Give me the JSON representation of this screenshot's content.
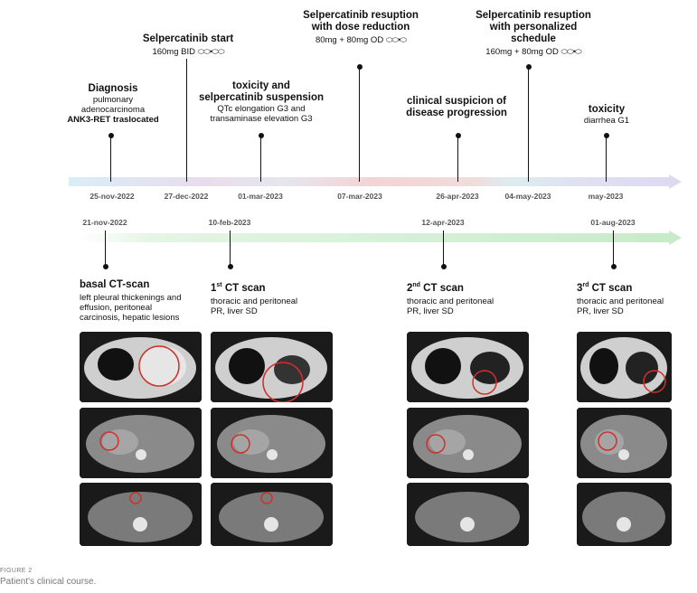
{
  "top_events": [
    {
      "title": "Diagnosis",
      "lines": [
        "pulmonary",
        "adenocarcinoma"
      ],
      "bold_line": "ANK3-RET traslocated",
      "date": "25-nov-2022"
    },
    {
      "title": "Selpercatinib start",
      "lines": [
        "160mg BID"
      ],
      "pill": "⬭⬭•⬭⬭",
      "date": "27-dec-2022"
    },
    {
      "title": "toxicity and",
      "title2": "selpercatinib suspension",
      "lines": [
        "QTc elongation G3 and",
        "transaminase elevation G3"
      ],
      "date": "01-mar-2023"
    },
    {
      "title": "Selpercatinib resuption",
      "title2": "with dose reduction",
      "lines": [
        "80mg + 80mg OD"
      ],
      "pill": "⬭⬭•⬭",
      "date": "07-mar-2023"
    },
    {
      "title": "clinical suspicion of",
      "title2": "disease progression",
      "lines": [],
      "date": "26-apr-2023"
    },
    {
      "title": "Selpercatinib resuption",
      "title2": "with personalized",
      "title3": "schedule",
      "lines": [
        "160mg + 80mg OD"
      ],
      "pill": "⬭⬭•⬭",
      "date": "04-may-2023"
    },
    {
      "title": "toxicity",
      "lines": [
        "diarrhea G1"
      ],
      "date": "may-2023"
    }
  ],
  "bottom_events": [
    {
      "date": "21-nov-2022",
      "title": "basal CT-scan",
      "lines": [
        "left pleural thickenings and",
        "effusion, peritoneal",
        "carcinosis, hepatic lesions"
      ]
    },
    {
      "date": "10-feb-2023",
      "title_pre": "1",
      "title_sup": "st",
      "title_post": " CT scan",
      "lines": [
        "thoracic and peritoneal",
        "PR, liver SD"
      ]
    },
    {
      "date": "12-apr-2023",
      "title_pre": "2",
      "title_sup": "nd",
      "title_post": " CT scan",
      "lines": [
        "thoracic and peritoneal",
        "PR, liver SD"
      ]
    },
    {
      "date": "01-aug-2023",
      "title_pre": "3",
      "title_sup": "rd",
      "title_post": " CT scan",
      "lines": [
        "thoracic and peritoneal",
        "PR, liver SD"
      ]
    }
  ],
  "figure": {
    "label": "FIGURE 2",
    "caption": "Patient's clinical course."
  },
  "colors": {
    "timeline_top": [
      "#dbeef7",
      "#ecd8ea",
      "#f3d6d6",
      "#e3ecef",
      "#e3e1f3"
    ],
    "timeline_bottom": "#c8ecc9",
    "circle": "#d0302a"
  }
}
